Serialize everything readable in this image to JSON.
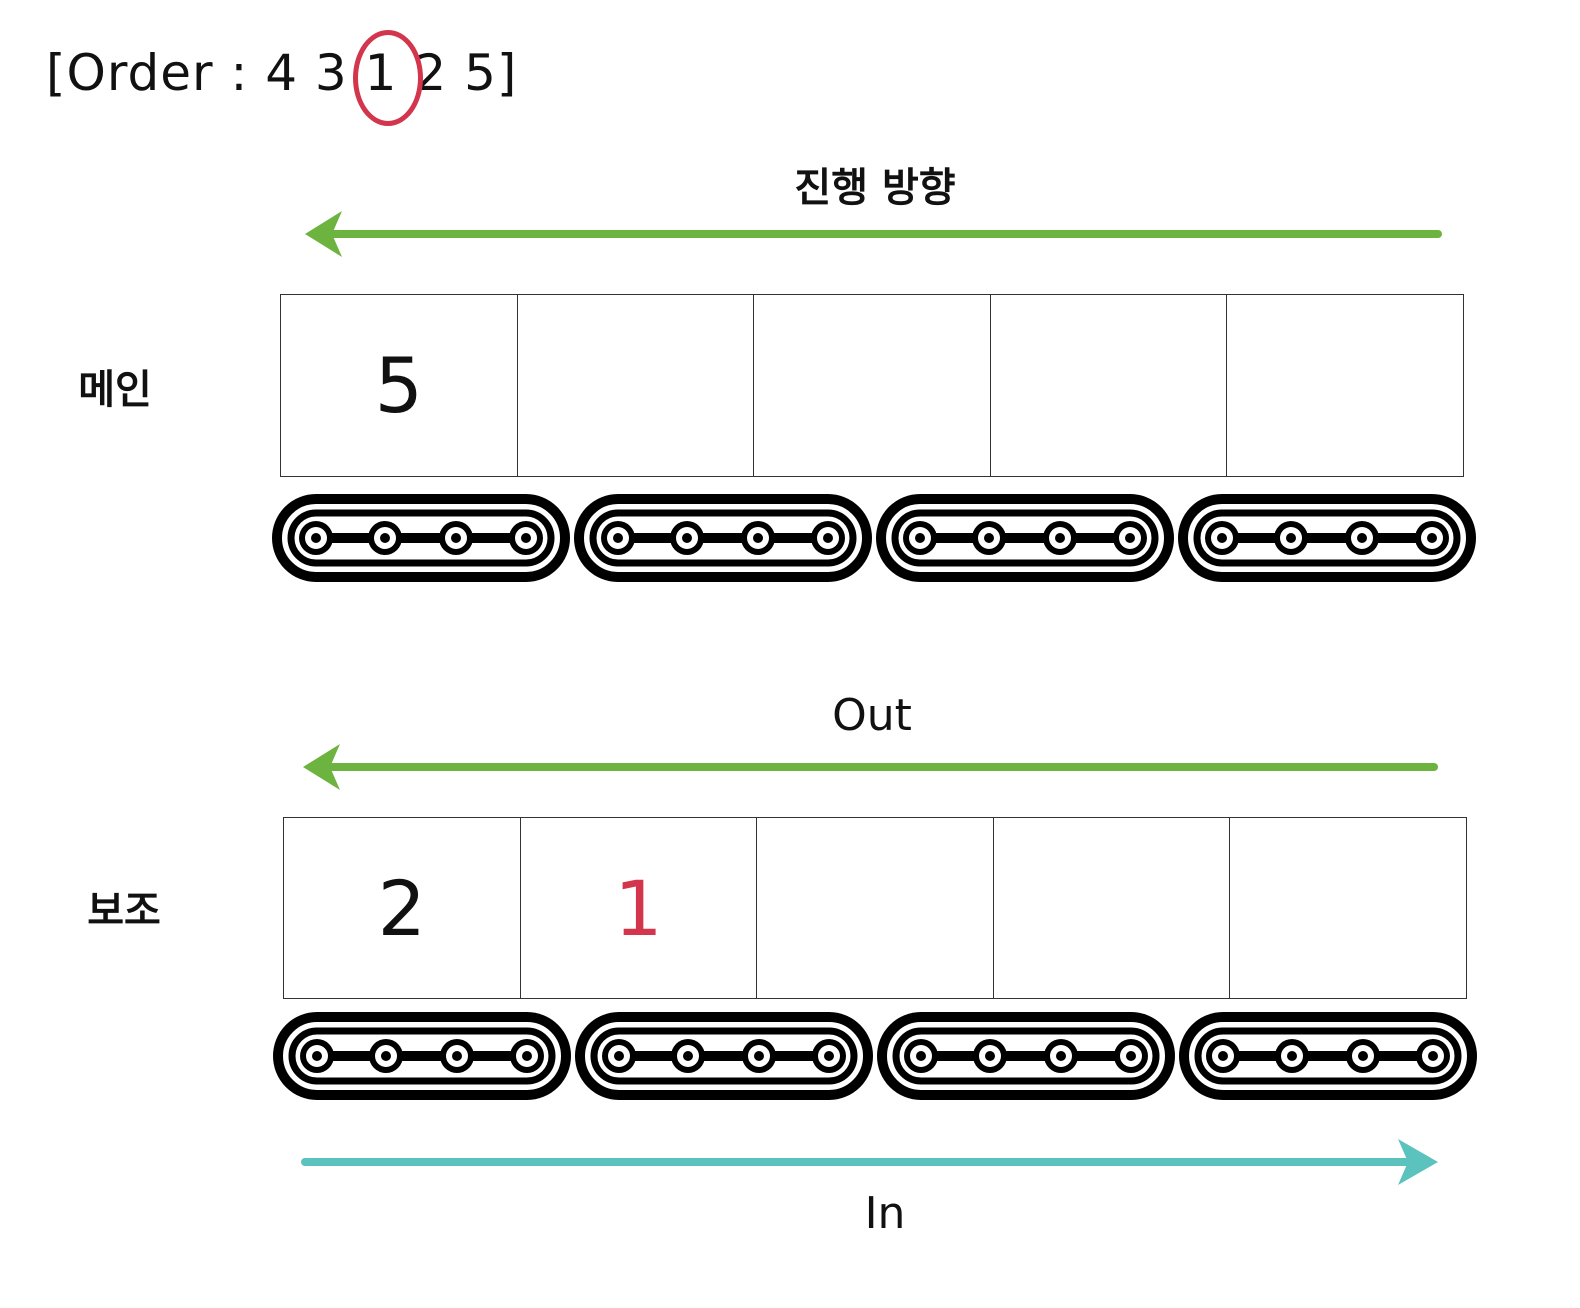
{
  "order": {
    "prefix": "[Order : 4 3",
    "highlight": "1",
    "suffix": "2 5]",
    "highlight_color": "#d2354c"
  },
  "direction_label": "진행 방향",
  "main": {
    "label": "메인",
    "cells": [
      "5",
      "",
      "",
      "",
      ""
    ]
  },
  "aux": {
    "label": "보조",
    "cells": [
      "2",
      "1",
      "",
      "",
      ""
    ],
    "out_label": "Out",
    "in_label": "In"
  },
  "colors": {
    "arrow_green": "#6db33f",
    "arrow_teal": "#5cc2bd",
    "highlight_red": "#d2354c"
  },
  "icons": {
    "conveyor": "conveyor-belt-icon"
  }
}
